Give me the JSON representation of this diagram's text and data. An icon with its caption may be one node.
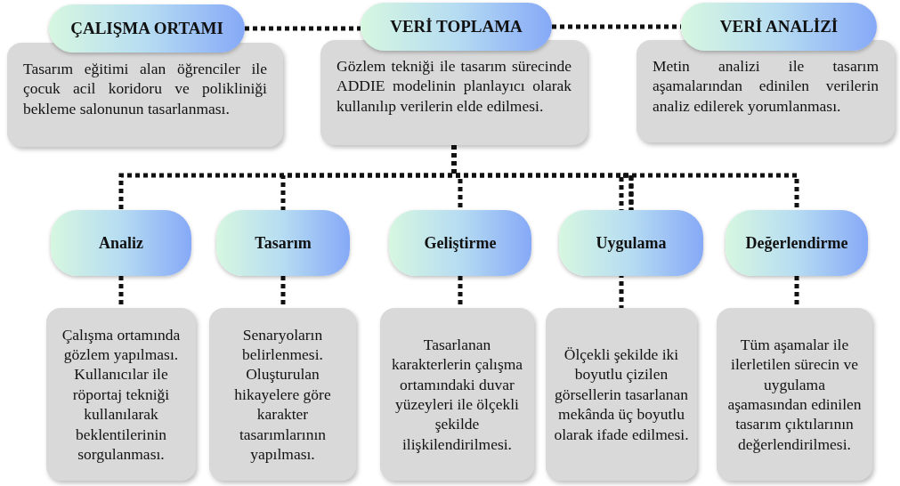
{
  "diagram": {
    "nodes": [
      {
        "text": [
          "ÇALIŞMA ORTAMI"
        ]
      },
      {
        "text": [
          "VERİ TOPLAMA"
        ]
      },
      {
        "text": [
          "VERİ ANALİZİ"
        ]
      },
      {
        "text": [
          "Tasarım eğitimi alan öğrenciler ile çocuk acil koridoru ve polikliniği bekleme salonunun tasarlanması."
        ]
      },
      {
        "text": [
          "Gözlem tekniği ile tasarım sürecinde ADDIE modelinin planlayıcı olarak kullanılıp verilerin elde edilmesi."
        ]
      },
      {
        "text": [
          "Metin analizi ile tasarım aşamalarından edinilen verilerin analiz edilerek yorumlanması."
        ]
      },
      {
        "text": [
          "Analiz"
        ]
      },
      {
        "text": [
          "Tasarım"
        ]
      },
      {
        "text": [
          "Geliştirme"
        ]
      },
      {
        "text": [
          "Uygulama"
        ]
      },
      {
        "text": [
          "Değerlendirme"
        ]
      },
      {
        "text": [
          "Çalışma ortamında gözlem yapılması. Kullanıcılar ile röportaj tekniği kullanılarak beklentilerinin sorgulanması."
        ]
      },
      {
        "text": [
          "Senaryoların belirlenmesi. Oluşturulan hikayelere göre karakter tasarımlarının yapılması."
        ]
      },
      {
        "text": [
          "Tasarlanan karakterlerin çalışma ortamındaki duvar yüzeyleri ile ölçekli şekilde ilişkilendirilmesi."
        ]
      },
      {
        "text": [
          "Ölçekli şekilde iki boyutlu çizilen görsellerin tasarlanan mekânda üç boyutlu olarak ifade edilmesi."
        ]
      },
      {
        "text": [
          "Tüm aşamalar ile ilerletilen sürecin ve uygulama aşamasından edinilen tasarım çıktılarının değerlendirilmesi."
        ]
      }
    ],
    "edges": [
      {
        "from": 0,
        "to": 1,
        "arrow": "none"
      },
      {
        "from": 1,
        "to": 2,
        "arrow": "none"
      },
      {
        "from": 4,
        "to": 6,
        "arrow": "none"
      },
      {
        "from": 4,
        "to": 7,
        "arrow": "none"
      },
      {
        "from": 4,
        "to": 8,
        "arrow": "none"
      },
      {
        "from": 4,
        "to": 9,
        "arrow": "none"
      },
      {
        "from": 4,
        "to": 10,
        "arrow": "none"
      },
      {
        "from": 6,
        "to": 11,
        "arrow": "none"
      },
      {
        "from": 7,
        "to": 12,
        "arrow": "none"
      },
      {
        "from": 8,
        "to": 13,
        "arrow": "none"
      },
      {
        "from": 9,
        "to": 14,
        "arrow": "none"
      },
      {
        "from": 10,
        "to": 15,
        "arrow": "none"
      }
    ]
  }
}
